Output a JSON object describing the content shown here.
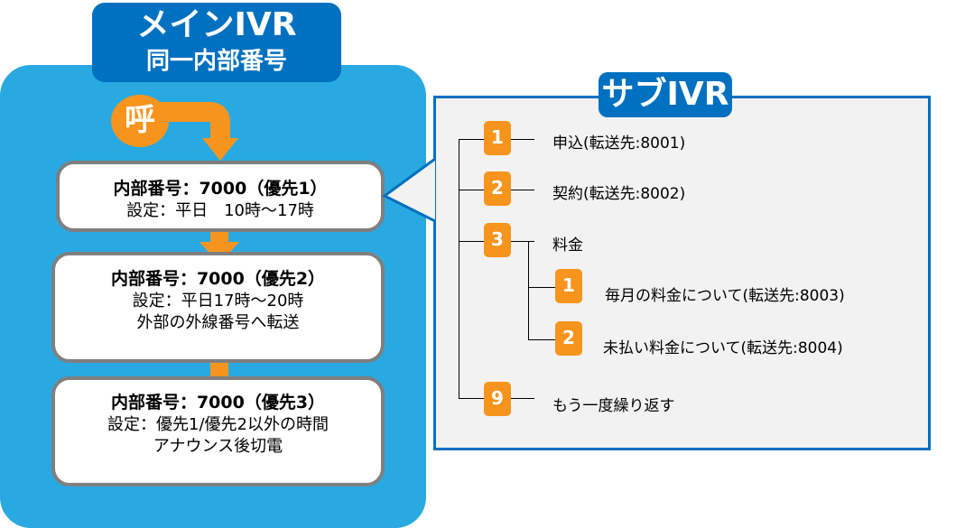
{
  "main_ivr": {
    "title": "メインIVR",
    "subtitle": "同一内部番号",
    "call_label": "呼",
    "steps": [
      {
        "heading": "内部番号：7000（優先1）",
        "lines": [
          "設定：平日　10時～17時"
        ]
      },
      {
        "heading": "内部番号：7000（優先2）",
        "lines": [
          "設定：平日17時～20時",
          "外部の外線番号へ転送"
        ]
      },
      {
        "heading": "内部番号：7000（優先3）",
        "lines": [
          "設定：優先1/優先2以外の時間",
          "アナウンス後切電"
        ]
      }
    ]
  },
  "sub_ivr": {
    "title": "サブIVR",
    "items": [
      {
        "key": "1",
        "label": "申込(転送先:8001)"
      },
      {
        "key": "2",
        "label": "契約(転送先:8002)"
      },
      {
        "key": "3",
        "label": "料金",
        "children": [
          {
            "key": "1",
            "label": "毎月の料金について(転送先:8003)"
          },
          {
            "key": "2",
            "label": "未払い料金について(転送先:8004)"
          }
        ]
      },
      {
        "key": "9",
        "label": "もう一度繰り返す"
      }
    ]
  },
  "colors": {
    "main_panel": "#29a9e1",
    "title_blue": "#0070c0",
    "accent_orange": "#f7941d",
    "sub_panel": "#f2f2f2",
    "box_border": "#7f7f7f"
  }
}
